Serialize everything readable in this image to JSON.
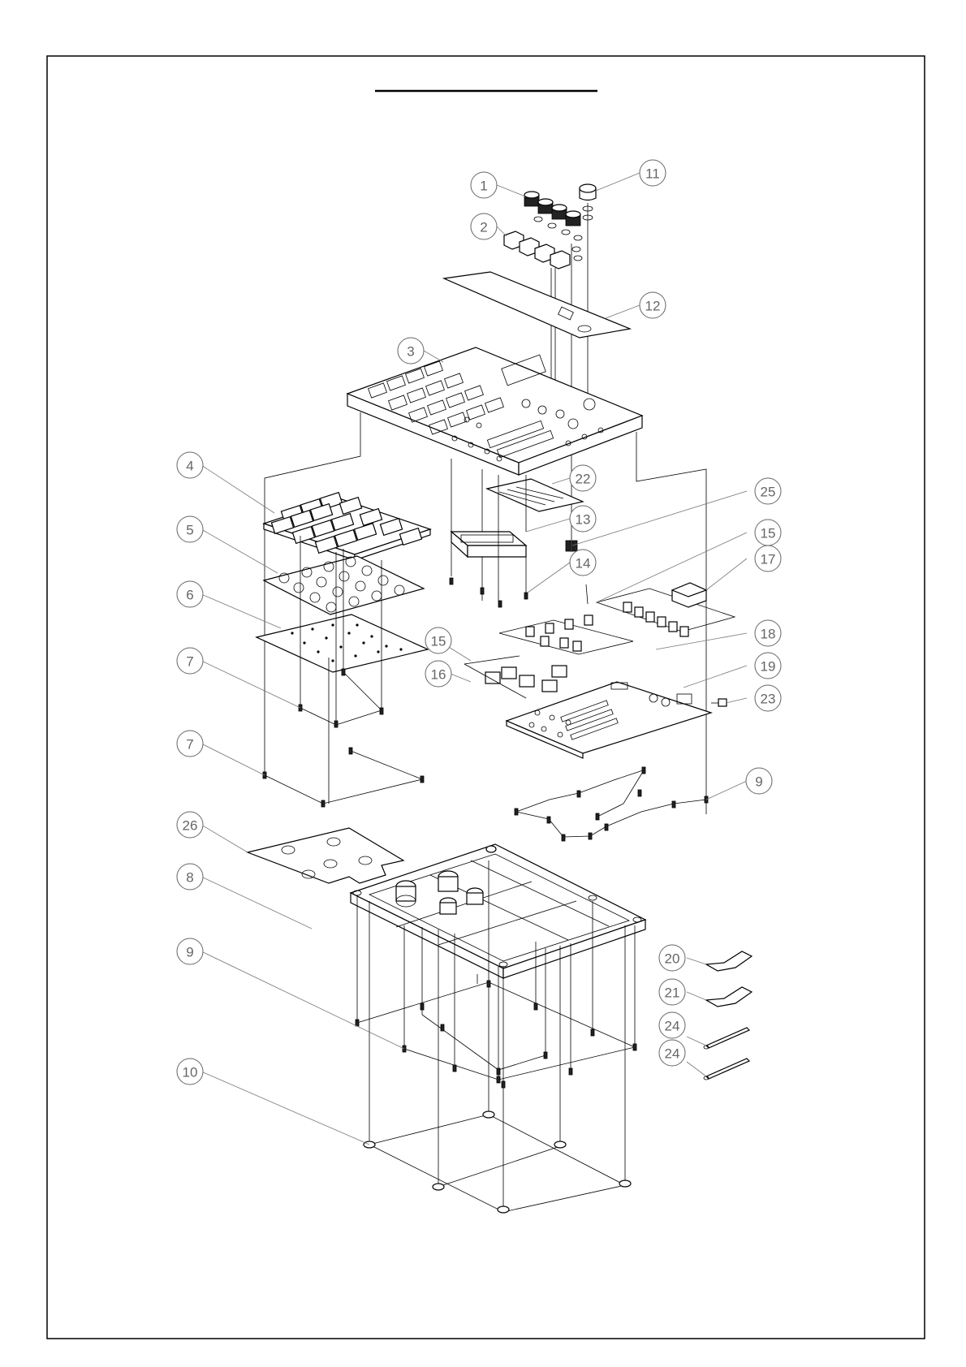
{
  "drawing": {
    "title": "",
    "callouts": [
      {
        "num": "1"
      },
      {
        "num": "2"
      },
      {
        "num": "3"
      },
      {
        "num": "4"
      },
      {
        "num": "5"
      },
      {
        "num": "6"
      },
      {
        "num": "7"
      },
      {
        "num": "7"
      },
      {
        "num": "8"
      },
      {
        "num": "9"
      },
      {
        "num": "9"
      },
      {
        "num": "10"
      },
      {
        "num": "11"
      },
      {
        "num": "12"
      },
      {
        "num": "13"
      },
      {
        "num": "14"
      },
      {
        "num": "15"
      },
      {
        "num": "15"
      },
      {
        "num": "16"
      },
      {
        "num": "17"
      },
      {
        "num": "18"
      },
      {
        "num": "19"
      },
      {
        "num": "20"
      },
      {
        "num": "21"
      },
      {
        "num": "22"
      },
      {
        "num": "23"
      },
      {
        "num": "24"
      },
      {
        "num": "24"
      },
      {
        "num": "25"
      },
      {
        "num": "26"
      }
    ]
  }
}
